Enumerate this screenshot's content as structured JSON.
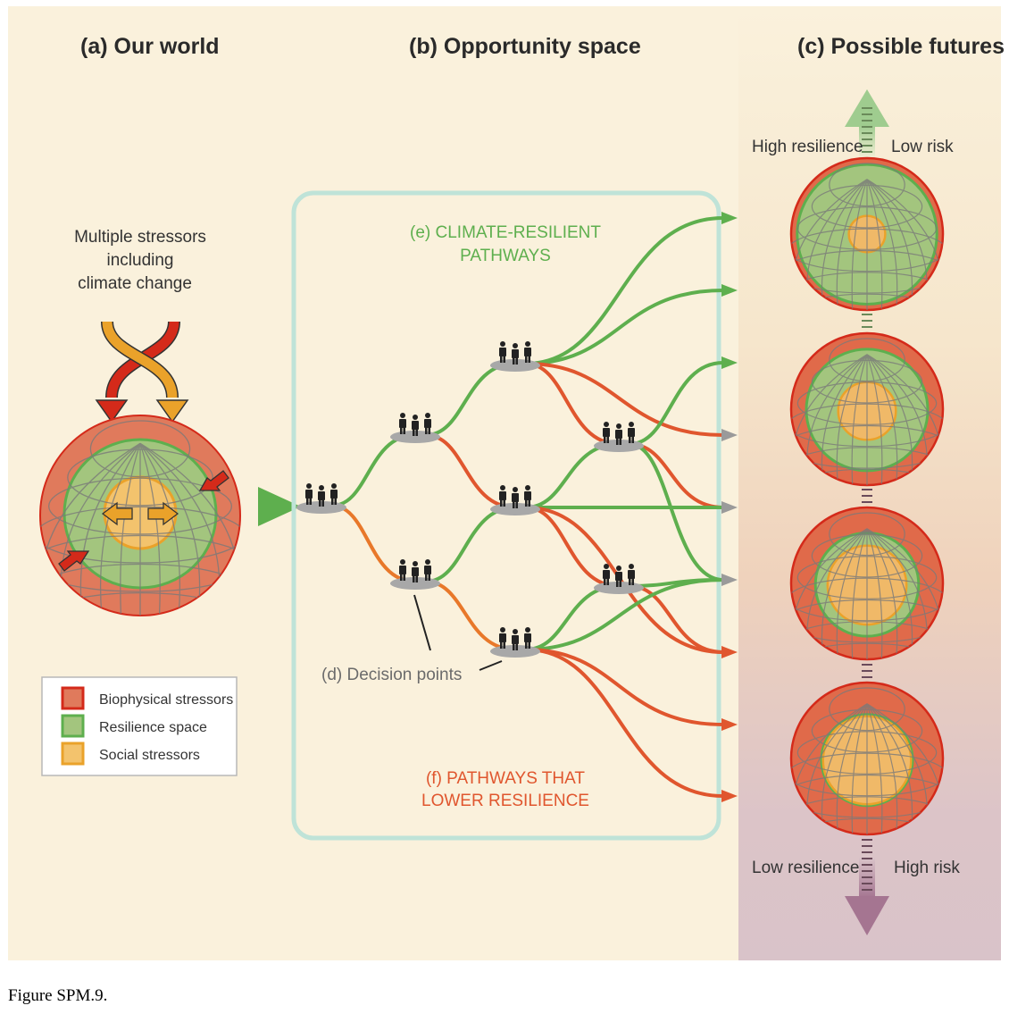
{
  "panels": {
    "a": {
      "title": "(a) Our world",
      "stressors_text": [
        "Multiple stressors",
        "including",
        "climate change"
      ]
    },
    "b": {
      "title": "(b) Opportunity space"
    },
    "c": {
      "title": "(c) Possible futures"
    }
  },
  "labels": {
    "climate_resilient": [
      "(e) CLIMATE-RESILIENT",
      "PATHWAYS"
    ],
    "lower_resilience": [
      "(f) PATHWAYS THAT",
      "LOWER RESILIENCE"
    ],
    "decision_points": "(d) Decision points",
    "high_resilience": "High resilience",
    "low_risk": "Low risk",
    "low_resilience": "Low resilience",
    "high_risk": "High risk"
  },
  "legend": [
    {
      "label": "Biophysical stressors",
      "fill": "#e07a5c",
      "stroke": "#d42a1a"
    },
    {
      "label": "Resilience space",
      "fill": "#a3c57e",
      "stroke": "#5eaf4e"
    },
    {
      "label": "Social stressors",
      "fill": "#f3c36d",
      "stroke": "#eaa22a"
    }
  ],
  "colors": {
    "background": "#faf1dc",
    "biophysical": "#e06a4a",
    "biophysical_edge": "#d42a1a",
    "resilience": "#a3c57e",
    "resilience_edge": "#5eaf4e",
    "social": "#f0b968",
    "social_edge": "#eaa22a",
    "pathway_green": "#5eaf4e",
    "pathway_red": "#e0562e",
    "pathway_orange": "#e8782a",
    "box_border": "#bfe3d8",
    "arrow_up": "#9fcc8f",
    "arrow_down": "#a57591"
  },
  "futures": [
    {
      "resilience_ratio": 0.92,
      "social_ratio": 0.24
    },
    {
      "resilience_ratio": 0.8,
      "social_ratio": 0.38
    },
    {
      "resilience_ratio": 0.68,
      "social_ratio": 0.52
    },
    {
      "resilience_ratio": 0.6,
      "social_ratio": 0.58
    }
  ],
  "outcome_arrows": [
    "green",
    "green",
    "green",
    "grey",
    "grey",
    "grey",
    "red",
    "red",
    "red"
  ],
  "caption": "Figure SPM.9."
}
